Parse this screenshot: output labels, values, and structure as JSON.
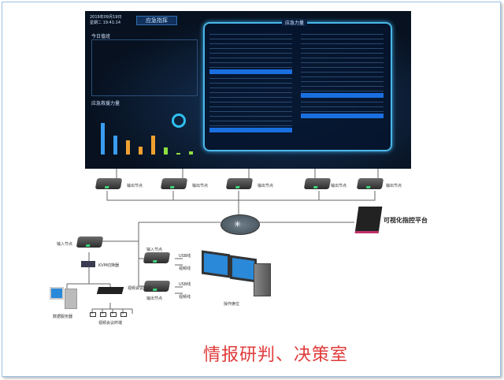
{
  "dashboard": {
    "date": "2019年09月19日",
    "time": "星期二 19:41:14",
    "header": "应急指挥",
    "duty_title": "今日值班",
    "rescue_title": "应急救援力量",
    "panel_title": "应急力量"
  },
  "nodes": {
    "output_node": "输出节点",
    "input_node": "输入节点",
    "kvm": "KVM切换器",
    "usb": "USB线",
    "video": "视频线",
    "platform": "可视化指控平台",
    "workstation": "操作席位",
    "server": "数据服务器",
    "conference": "视频会议终端",
    "conference_host": "视频会议终端"
  },
  "title": "情报研判、决策室",
  "colors": {
    "title": "#e03b3b",
    "panel_border": "#4ab6e8"
  }
}
